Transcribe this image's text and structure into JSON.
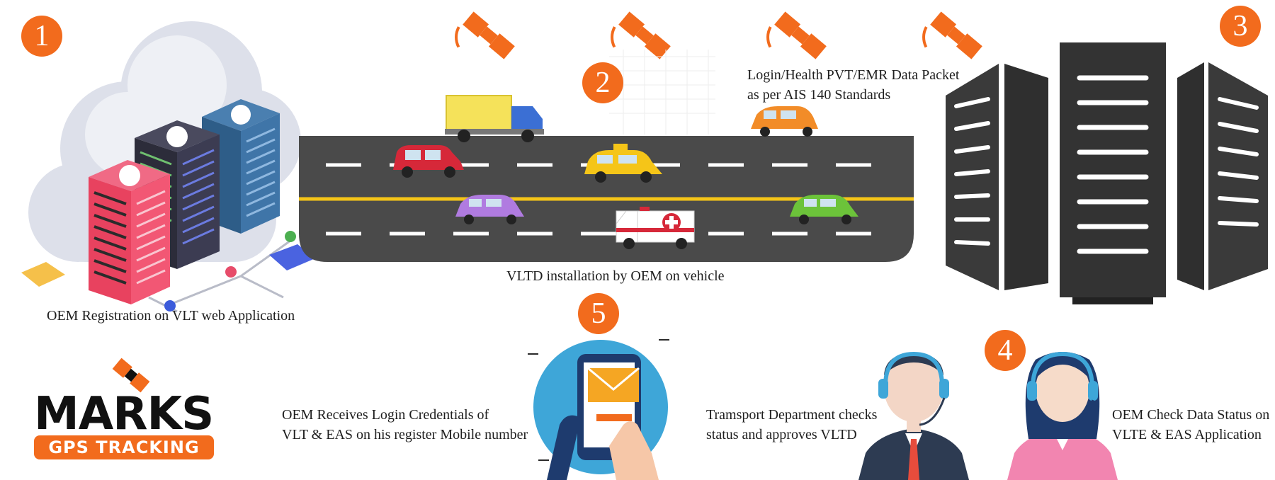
{
  "steps": [
    {
      "number": "1",
      "label": [
        "OEM Registration on VLT web Application"
      ]
    },
    {
      "number": "2",
      "label": [
        "Login/Health PVT/EMR Data Packet",
        "as per AIS 140 Standards"
      ]
    },
    {
      "number": "3",
      "label": []
    },
    {
      "number": "4",
      "label": [
        "Tramsport Department checks",
        "status and approves VLTD"
      ]
    },
    {
      "number": "5",
      "label": [
        "OEM Receives Login Credentials of",
        "VLT & EAS on his register Mobile number"
      ]
    }
  ],
  "road_caption": "VLTD installation by OEM on vehicle",
  "oem_check_label": [
    "OEM Check Data Status on",
    "VLTE & EAS Application"
  ],
  "logo": {
    "title": "MARKS",
    "subtitle": "GPS TRACKING"
  },
  "colors": {
    "accent": "#f26b1d",
    "road": "#4a4a4a",
    "server_dark": "#3a3a3a",
    "lane_line": "#f5c518"
  },
  "icons": [
    "cloud-icon",
    "server-rack-icon",
    "satellite-icon",
    "truck-icon",
    "car-icon",
    "taxi-icon",
    "ambulance-icon",
    "smartphone-icon",
    "envelope-icon",
    "support-agent-icon"
  ]
}
